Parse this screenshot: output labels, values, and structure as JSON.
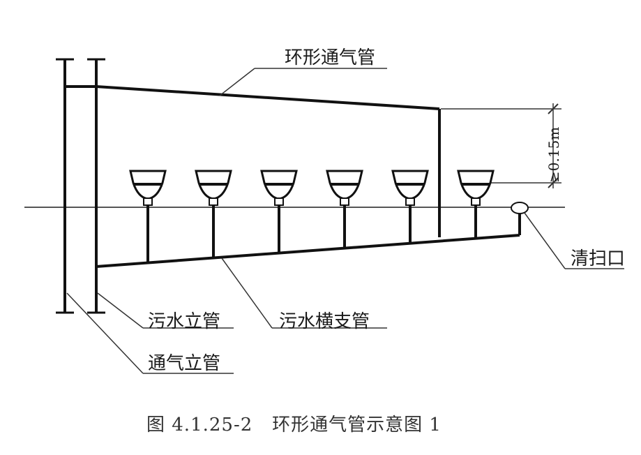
{
  "labels": {
    "ring_vent_pipe": "环形通气管",
    "sewage_stack": "污水立管",
    "vent_stack": "通气立管",
    "sewage_branch": "污水横支管",
    "cleanout": "清扫口",
    "dimension": "≥0.15m"
  },
  "caption": {
    "number": "图 4.1.25-2",
    "title": "环形通气管示意图 1"
  },
  "colors": {
    "line": "#111111",
    "text": "#1a1a1a"
  },
  "fixtures_count": 6
}
